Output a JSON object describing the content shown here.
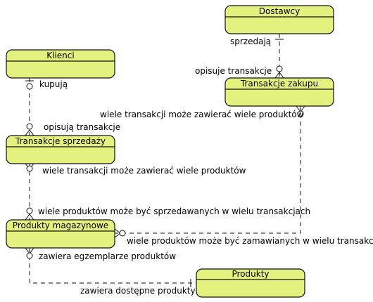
{
  "entities": {
    "dostawcy": "Dostawcy",
    "klienci": "Klienci",
    "transakcje_zakupu": "Transakcje zakupu",
    "transakcje_sprzedazy": "Transakcje sprzedaży",
    "produkty_magazynowe": "Produkty magazynowe",
    "produkty": "Produkty"
  },
  "labels": {
    "sprzedaja": "sprzedają",
    "opisuje_transakcje": "opisuje transakcje",
    "wiele_transakcji_zakup": "wiele transakcji może zawierać wiele produktów",
    "kupuja": "kupują",
    "opisuja_transakcje": "opisują transakcje",
    "wiele_transakcji_sprzedaz": "wiele transakcji może zawierać wiele produktów",
    "wiele_produktow_sprzedawanych": "wiele produktów może być sprzedawanych w wielu transakcjach",
    "wiele_produktow_zamawianych": "wiele produktów może być zamawianych w wielu transakcjach",
    "zawiera_egzemplarze": "zawiera egzemplarze produktów",
    "zawiera_dostepne": "zawiera dostępne produkty"
  }
}
